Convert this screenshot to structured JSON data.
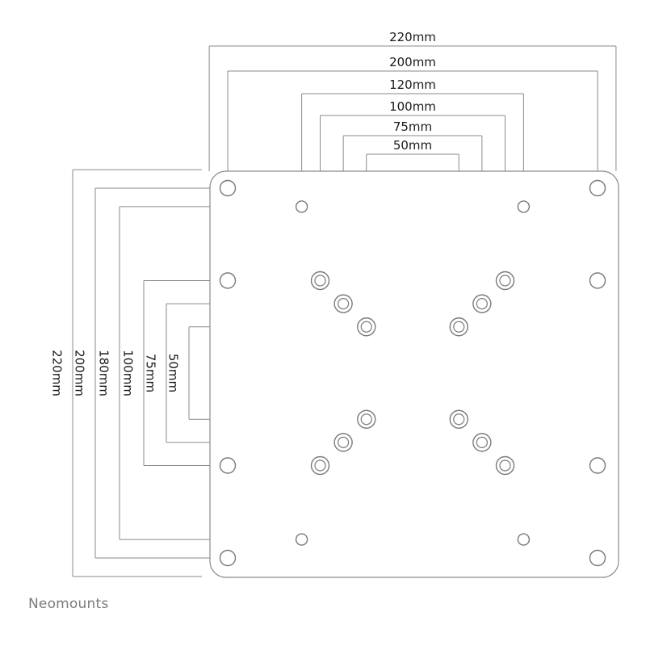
{
  "brand": {
    "name": "Neomounts"
  },
  "plate": {
    "width_mm": 220,
    "height_mm": 220
  },
  "horizontal_dimensions": [
    {
      "value_mm": 220,
      "label": "220mm"
    },
    {
      "value_mm": 200,
      "label": "200mm"
    },
    {
      "value_mm": 120,
      "label": "120mm"
    },
    {
      "value_mm": 100,
      "label": "100mm"
    },
    {
      "value_mm": 75,
      "label": "75mm"
    },
    {
      "value_mm": 50,
      "label": "50mm"
    }
  ],
  "vertical_dimensions": [
    {
      "value_mm": 220,
      "label": "220mm"
    },
    {
      "value_mm": 200,
      "label": "200mm"
    },
    {
      "value_mm": 180,
      "label": "180mm"
    },
    {
      "value_mm": 100,
      "label": "100mm"
    },
    {
      "value_mm": 75,
      "label": "75mm"
    },
    {
      "value_mm": 50,
      "label": "50mm"
    }
  ],
  "hole_patterns": [
    {
      "w_mm": 200,
      "h_mm": 200,
      "style": "plain"
    },
    {
      "w_mm": 200,
      "h_mm": 100,
      "style": "plain"
    },
    {
      "w_mm": 120,
      "h_mm": 180,
      "style": "plain-small"
    },
    {
      "w_mm": 100,
      "h_mm": 100,
      "style": "ringed"
    },
    {
      "w_mm": 75,
      "h_mm": 75,
      "style": "ringed"
    },
    {
      "w_mm": 50,
      "h_mm": 50,
      "style": "ringed"
    }
  ],
  "colors": {
    "line": "#8a8a8a",
    "text": "#1a1a1a",
    "brand": "#7b7b7b"
  }
}
